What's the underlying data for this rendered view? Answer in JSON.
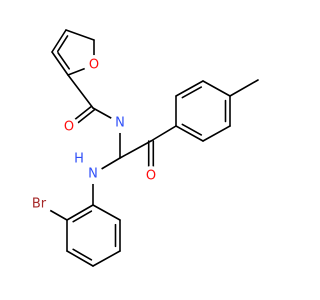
{
  "molecule": {
    "atoms": [
      {
        "id": "o_furan",
        "symbol": "O",
        "color": "#ff0d0d"
      },
      {
        "id": "o_amide",
        "symbol": "O",
        "color": "#ff0d0d"
      },
      {
        "id": "n_amide",
        "symbol": "N",
        "color": "#3050f8"
      },
      {
        "id": "n_amine",
        "symbol": "N",
        "color": "#3050f8"
      },
      {
        "id": "h_amine",
        "symbol": "H",
        "color": "#3050f8"
      },
      {
        "id": "br",
        "symbol": "Br",
        "color": "#a62929"
      },
      {
        "id": "o_ketone",
        "symbol": "O",
        "color": "#ff0d0d"
      }
    ],
    "bond_color": "#000000"
  }
}
